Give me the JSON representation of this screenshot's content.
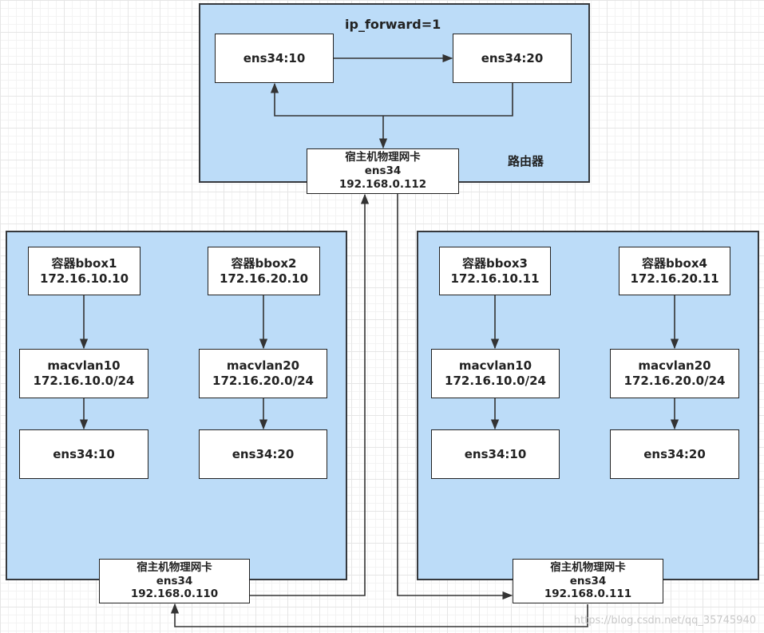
{
  "router": {
    "title": "ip_forward=1",
    "label": "路由器",
    "left_if": "ens34:10",
    "right_if": "ens34:20",
    "nic": {
      "line1": "宿主机物理网卡",
      "line2": "ens34",
      "line3": "192.168.0.112"
    }
  },
  "host_left": {
    "containers": [
      {
        "name": "容器bbox1",
        "ip": "172.16.10.10"
      },
      {
        "name": "容器bbox2",
        "ip": "172.16.20.10"
      }
    ],
    "macvlans": [
      {
        "name": "macvlan10",
        "subnet": "172.16.10.0/24"
      },
      {
        "name": "macvlan20",
        "subnet": "172.16.20.0/24"
      }
    ],
    "ifaces": [
      "ens34:10",
      "ens34:20"
    ],
    "nic": {
      "line1": "宿主机物理网卡",
      "line2": "ens34",
      "line3": "192.168.0.110"
    }
  },
  "host_right": {
    "containers": [
      {
        "name": "容器bbox3",
        "ip": "172.16.10.11"
      },
      {
        "name": "容器bbox4",
        "ip": "172.16.20.11"
      }
    ],
    "macvlans": [
      {
        "name": "macvlan10",
        "subnet": "172.16.10.0/24"
      },
      {
        "name": "macvlan20",
        "subnet": "172.16.20.0/24"
      }
    ],
    "ifaces": [
      "ens34:10",
      "ens34:20"
    ],
    "nic": {
      "line1": "宿主机物理网卡",
      "line2": "ens34",
      "line3": "192.168.0.111"
    }
  },
  "watermark": "https://blog.csdn.net/qq_35745940",
  "colors": {
    "zone_fill": "#bcdcf8",
    "line": "#333333"
  }
}
